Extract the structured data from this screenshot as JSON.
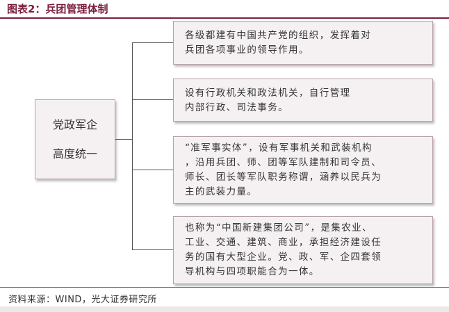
{
  "title": "图表2：兵团管理体制",
  "center": {
    "line1": "党政军企",
    "line2": "高度统一"
  },
  "boxes": [
    {
      "lines": [
        "各级都建有中国共产党的组织，发挥着对",
        "兵团各项事业的领导作用。"
      ]
    },
    {
      "lines": [
        "设有行政机关和政法机关，自行管理",
        "内部行政、司法事务。"
      ]
    },
    {
      "lines": [
        "“准军事实体”，设有军事机关和武装机构",
        "，沿用兵团、师、团等军队建制和司令员、",
        "师长、团长等军队职务称谓，涵养以民兵为",
        "主的武装力量。"
      ]
    },
    {
      "lines": [
        "也称为“中国新建集团公司”，是集农业、",
        "工业、交通、建筑、商业，承担经济建设任",
        "务的国有大型企业。党、政、军、企四套领",
        "导机构与四项职能合为一体。"
      ]
    }
  ],
  "source": "资料来源：WIND，光大证券研究所"
}
